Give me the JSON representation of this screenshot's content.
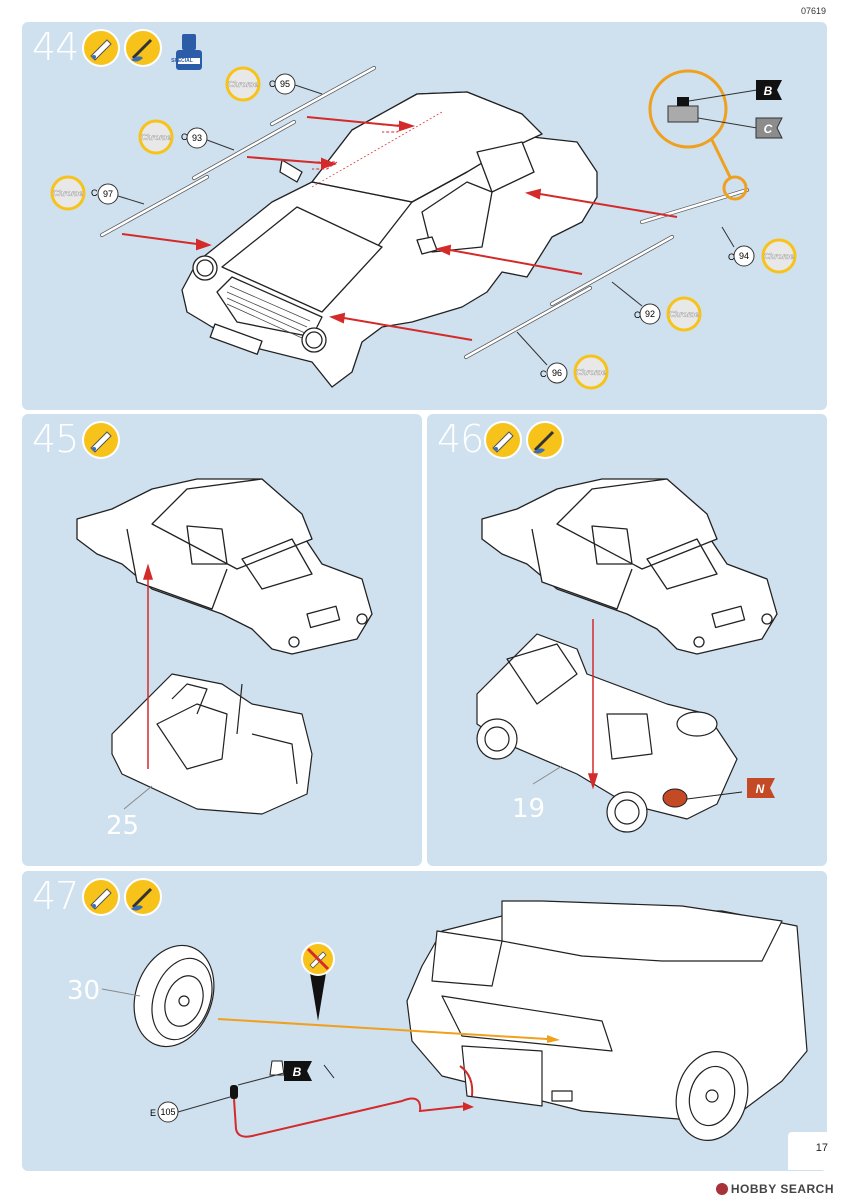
{
  "page_code": "07619",
  "page_number": "17",
  "watermark": "HOBBY SEARCH",
  "colors": {
    "panel": "#cfe0ef",
    "arrow": "#d42a2a",
    "yellow": "#f7c31a",
    "orange": "#f0a01f",
    "flag": "#c44a26"
  },
  "steps": [
    {
      "number": "44",
      "icons": [
        "glue-icon",
        "brush-icon",
        "glue-bottle-icon"
      ],
      "glue_bottle_label": "SPECIAL",
      "parts": [
        {
          "prefix": "C",
          "number": "95",
          "finish": "Chrome"
        },
        {
          "prefix": "C",
          "number": "93",
          "finish": "Chrome"
        },
        {
          "prefix": "C",
          "number": "97",
          "finish": "Chrome"
        },
        {
          "prefix": "C",
          "number": "94",
          "finish": "Chrome"
        },
        {
          "prefix": "C",
          "number": "92",
          "finish": "Chrome"
        },
        {
          "prefix": "C",
          "number": "96",
          "finish": "Chrome"
        }
      ],
      "color_flags": [
        "B",
        "C"
      ]
    },
    {
      "number": "45",
      "icons": [
        "glue-icon"
      ],
      "callout": "25"
    },
    {
      "number": "46",
      "icons": [
        "glue-icon",
        "brush-icon"
      ],
      "callout": "19",
      "color_flag": "N"
    },
    {
      "number": "47",
      "icons": [
        "glue-icon",
        "brush-icon"
      ],
      "callout": "30",
      "parts": [
        {
          "prefix": "E",
          "number": "105"
        }
      ],
      "color_flag": "B",
      "no_glue_icon": "no-glue-icon"
    }
  ]
}
